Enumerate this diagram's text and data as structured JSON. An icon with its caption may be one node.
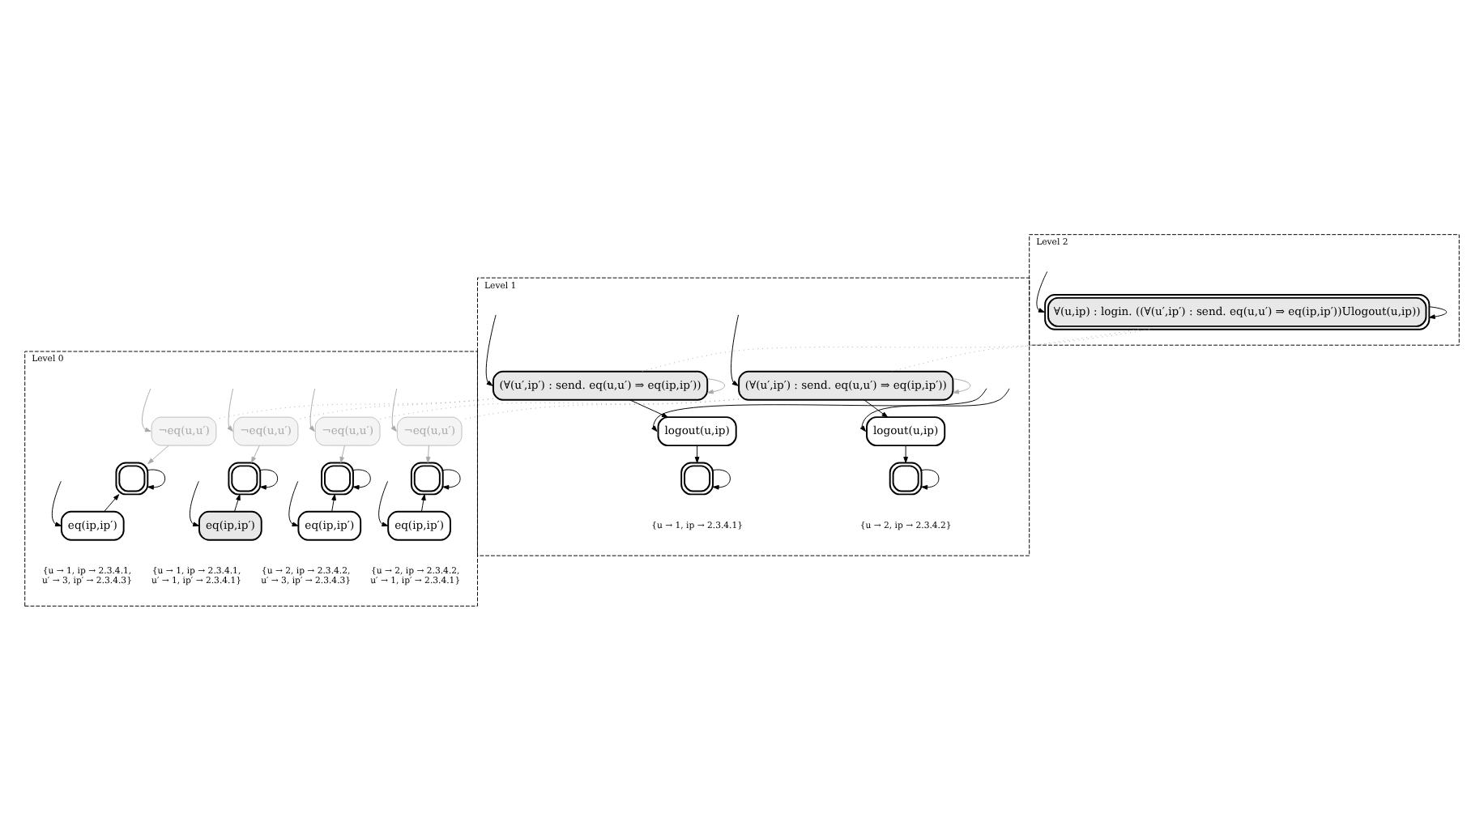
{
  "diagram": {
    "nodes": [
      {
        "text": [
          "Level 2"
        ]
      },
      {
        "text": [
          "∀(u,ip) : login. ((∀(u′,ip′) : send. eq(u,u′) ⇒ eq(ip,ip′))Ulogout(u,ip))"
        ],
        "in": 0
      },
      {
        "text": [
          "Level 1"
        ]
      },
      {
        "text": [
          "(∀(u′,ip′) : send. eq(u,u′) ⇒ eq(ip,ip′))"
        ],
        "in": 2
      },
      {
        "text": [
          "logout(u,ip)"
        ],
        "in": 2
      },
      {
        "text": [],
        "shape": "box",
        "in": 2,
        "beside": [
          "{u → 1, ip → 2.3.4.1}"
        ]
      },
      {
        "text": [
          "(∀(u′,ip′) : send. eq(u,u′) ⇒ eq(ip,ip′))"
        ],
        "in": 2
      },
      {
        "text": [
          "logout(u,ip)"
        ],
        "in": 2
      },
      {
        "text": [],
        "shape": "box",
        "in": 2,
        "beside": [
          "{u → 2, ip → 2.3.4.2}"
        ]
      },
      {
        "text": [
          "Level 0"
        ]
      },
      {
        "text": [
          "¬eq(u,u′)"
        ],
        "in": 9
      },
      {
        "text": [],
        "shape": "box",
        "in": 9
      },
      {
        "text": [
          "eq(ip,ip′)"
        ],
        "in": 9,
        "beside": [
          "{u → 1, ip → 2.3.4.1, u′ → 3, ip′ → 2.3.4.3}"
        ]
      },
      {
        "text": [
          "¬eq(u,u′)"
        ],
        "in": 9
      },
      {
        "text": [],
        "shape": "box",
        "in": 9
      },
      {
        "text": [
          "eq(ip,ip′)"
        ],
        "in": 9,
        "beside": [
          "{u → 1, ip → 2.3.4.1, u′ → 1, ip′ → 2.3.4.1}"
        ]
      },
      {
        "text": [
          "¬eq(u,u′)"
        ],
        "in": 9
      },
      {
        "text": [],
        "shape": "box",
        "in": 9
      },
      {
        "text": [
          "eq(ip,ip′)"
        ],
        "in": 9,
        "beside": [
          "{u → 2, ip → 2.3.4.2, u′ → 3, ip′ → 2.3.4.3}"
        ]
      },
      {
        "text": [
          "¬eq(u,u′)"
        ],
        "in": 9
      },
      {
        "text": [],
        "shape": "box",
        "in": 9
      },
      {
        "text": [
          "eq(ip,ip′)"
        ],
        "in": 9,
        "beside": [
          "{u → 2, ip → 2.3.4.2, u′ → 1, ip′ → 2.3.4.1}"
        ]
      }
    ],
    "edges": [
      {
        "from": null,
        "to": 1,
        "arrow": "to"
      },
      {
        "from": 1,
        "to": 1,
        "arrow": "to"
      },
      {
        "from": 1,
        "to": 3,
        "arrow": "none",
        "style": "dashed",
        "color": "#aaaaaa"
      },
      {
        "from": 1,
        "to": 6,
        "arrow": "none",
        "style": "dashed",
        "color": "#aaaaaa"
      },
      {
        "from": null,
        "to": 3,
        "arrow": "to"
      },
      {
        "from": 3,
        "to": 3,
        "arrow": "to",
        "color": "#aaaaaa"
      },
      {
        "from": 3,
        "to": 4,
        "arrow": "to"
      },
      {
        "from": null,
        "to": 4,
        "arrow": "to"
      },
      {
        "from": 4,
        "to": 5,
        "arrow": "to"
      },
      {
        "from": 5,
        "to": 5,
        "arrow": "to"
      },
      {
        "from": null,
        "to": 6,
        "arrow": "to"
      },
      {
        "from": 6,
        "to": 6,
        "arrow": "to",
        "color": "#aaaaaa"
      },
      {
        "from": 6,
        "to": 7,
        "arrow": "to"
      },
      {
        "from": null,
        "to": 7,
        "arrow": "to"
      },
      {
        "from": 7,
        "to": 8,
        "arrow": "to"
      },
      {
        "from": 8,
        "to": 8,
        "arrow": "to"
      },
      {
        "from": 3,
        "to": 10,
        "arrow": "none",
        "style": "dashed",
        "color": "#aaaaaa"
      },
      {
        "from": 3,
        "to": 13,
        "arrow": "none",
        "style": "dashed",
        "color": "#aaaaaa"
      },
      {
        "from": 6,
        "to": 16,
        "arrow": "none",
        "style": "dashed",
        "color": "#aaaaaa"
      },
      {
        "from": 6,
        "to": 19,
        "arrow": "none",
        "style": "dashed",
        "color": "#aaaaaa"
      },
      {
        "from": null,
        "to": 10,
        "arrow": "to",
        "color": "#aaaaaa"
      },
      {
        "from": 10,
        "to": 11,
        "arrow": "to",
        "color": "#aaaaaa"
      },
      {
        "from": 11,
        "to": 11,
        "arrow": "to"
      },
      {
        "from": 12,
        "to": 11,
        "arrow": "to"
      },
      {
        "from": null,
        "to": 12,
        "arrow": "to"
      },
      {
        "from": null,
        "to": 13,
        "arrow": "to",
        "color": "#aaaaaa"
      },
      {
        "from": 13,
        "to": 14,
        "arrow": "to",
        "color": "#aaaaaa"
      },
      {
        "from": 14,
        "to": 14,
        "arrow": "to"
      },
      {
        "from": 15,
        "to": 14,
        "arrow": "to"
      },
      {
        "from": null,
        "to": 15,
        "arrow": "to"
      },
      {
        "from": null,
        "to": 16,
        "arrow": "to",
        "color": "#aaaaaa"
      },
      {
        "from": 16,
        "to": 17,
        "arrow": "to",
        "color": "#aaaaaa"
      },
      {
        "from": 17,
        "to": 17,
        "arrow": "to"
      },
      {
        "from": 18,
        "to": 17,
        "arrow": "to"
      },
      {
        "from": null,
        "to": 18,
        "arrow": "to"
      },
      {
        "from": null,
        "to": 19,
        "arrow": "to",
        "color": "#aaaaaa"
      },
      {
        "from": 19,
        "to": 20,
        "arrow": "to",
        "color": "#aaaaaa"
      },
      {
        "from": 20,
        "to": 20,
        "arrow": "to"
      },
      {
        "from": 21,
        "to": 20,
        "arrow": "to"
      },
      {
        "from": null,
        "to": 21,
        "arrow": "to"
      }
    ]
  }
}
